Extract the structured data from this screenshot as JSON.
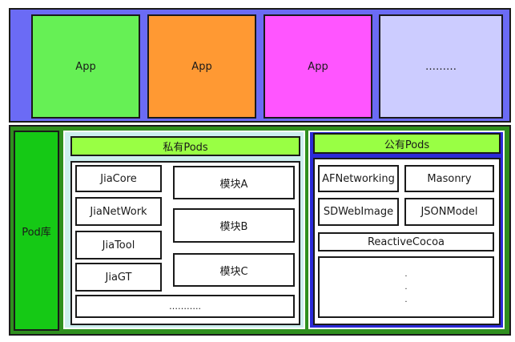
{
  "apps": {
    "items": [
      {
        "label": "App",
        "color": "#66f055"
      },
      {
        "label": "App",
        "color": "#ff9933"
      },
      {
        "label": "App",
        "color": "#ff55ff"
      },
      {
        "label": "………",
        "color": "#ccccff"
      }
    ]
  },
  "pod_library": {
    "label": "Pod库"
  },
  "private_pods": {
    "title": "私有Pods",
    "libraries": [
      "JiaCore",
      "JiaNetWork",
      "JiaTool",
      "JiaGT"
    ],
    "modules": [
      "模块A",
      "模块B",
      "模块C"
    ],
    "more": "……….."
  },
  "public_pods": {
    "title": "公有Pods",
    "libraries": [
      "AFNetworking",
      "Masonry",
      "SDWebImage",
      "JSONModel",
      "ReactiveCocoa"
    ],
    "more_dots": [
      ".",
      ".",
      "."
    ]
  },
  "colors": {
    "app_layer_bg": "#6b6bf5",
    "pod_layer_bg": "#2f8f1e",
    "pod_lib_bg": "#15c915",
    "private_bg": "#cdeeee",
    "public_bg": "#2b2bd8",
    "header_bg": "#99ff44"
  }
}
